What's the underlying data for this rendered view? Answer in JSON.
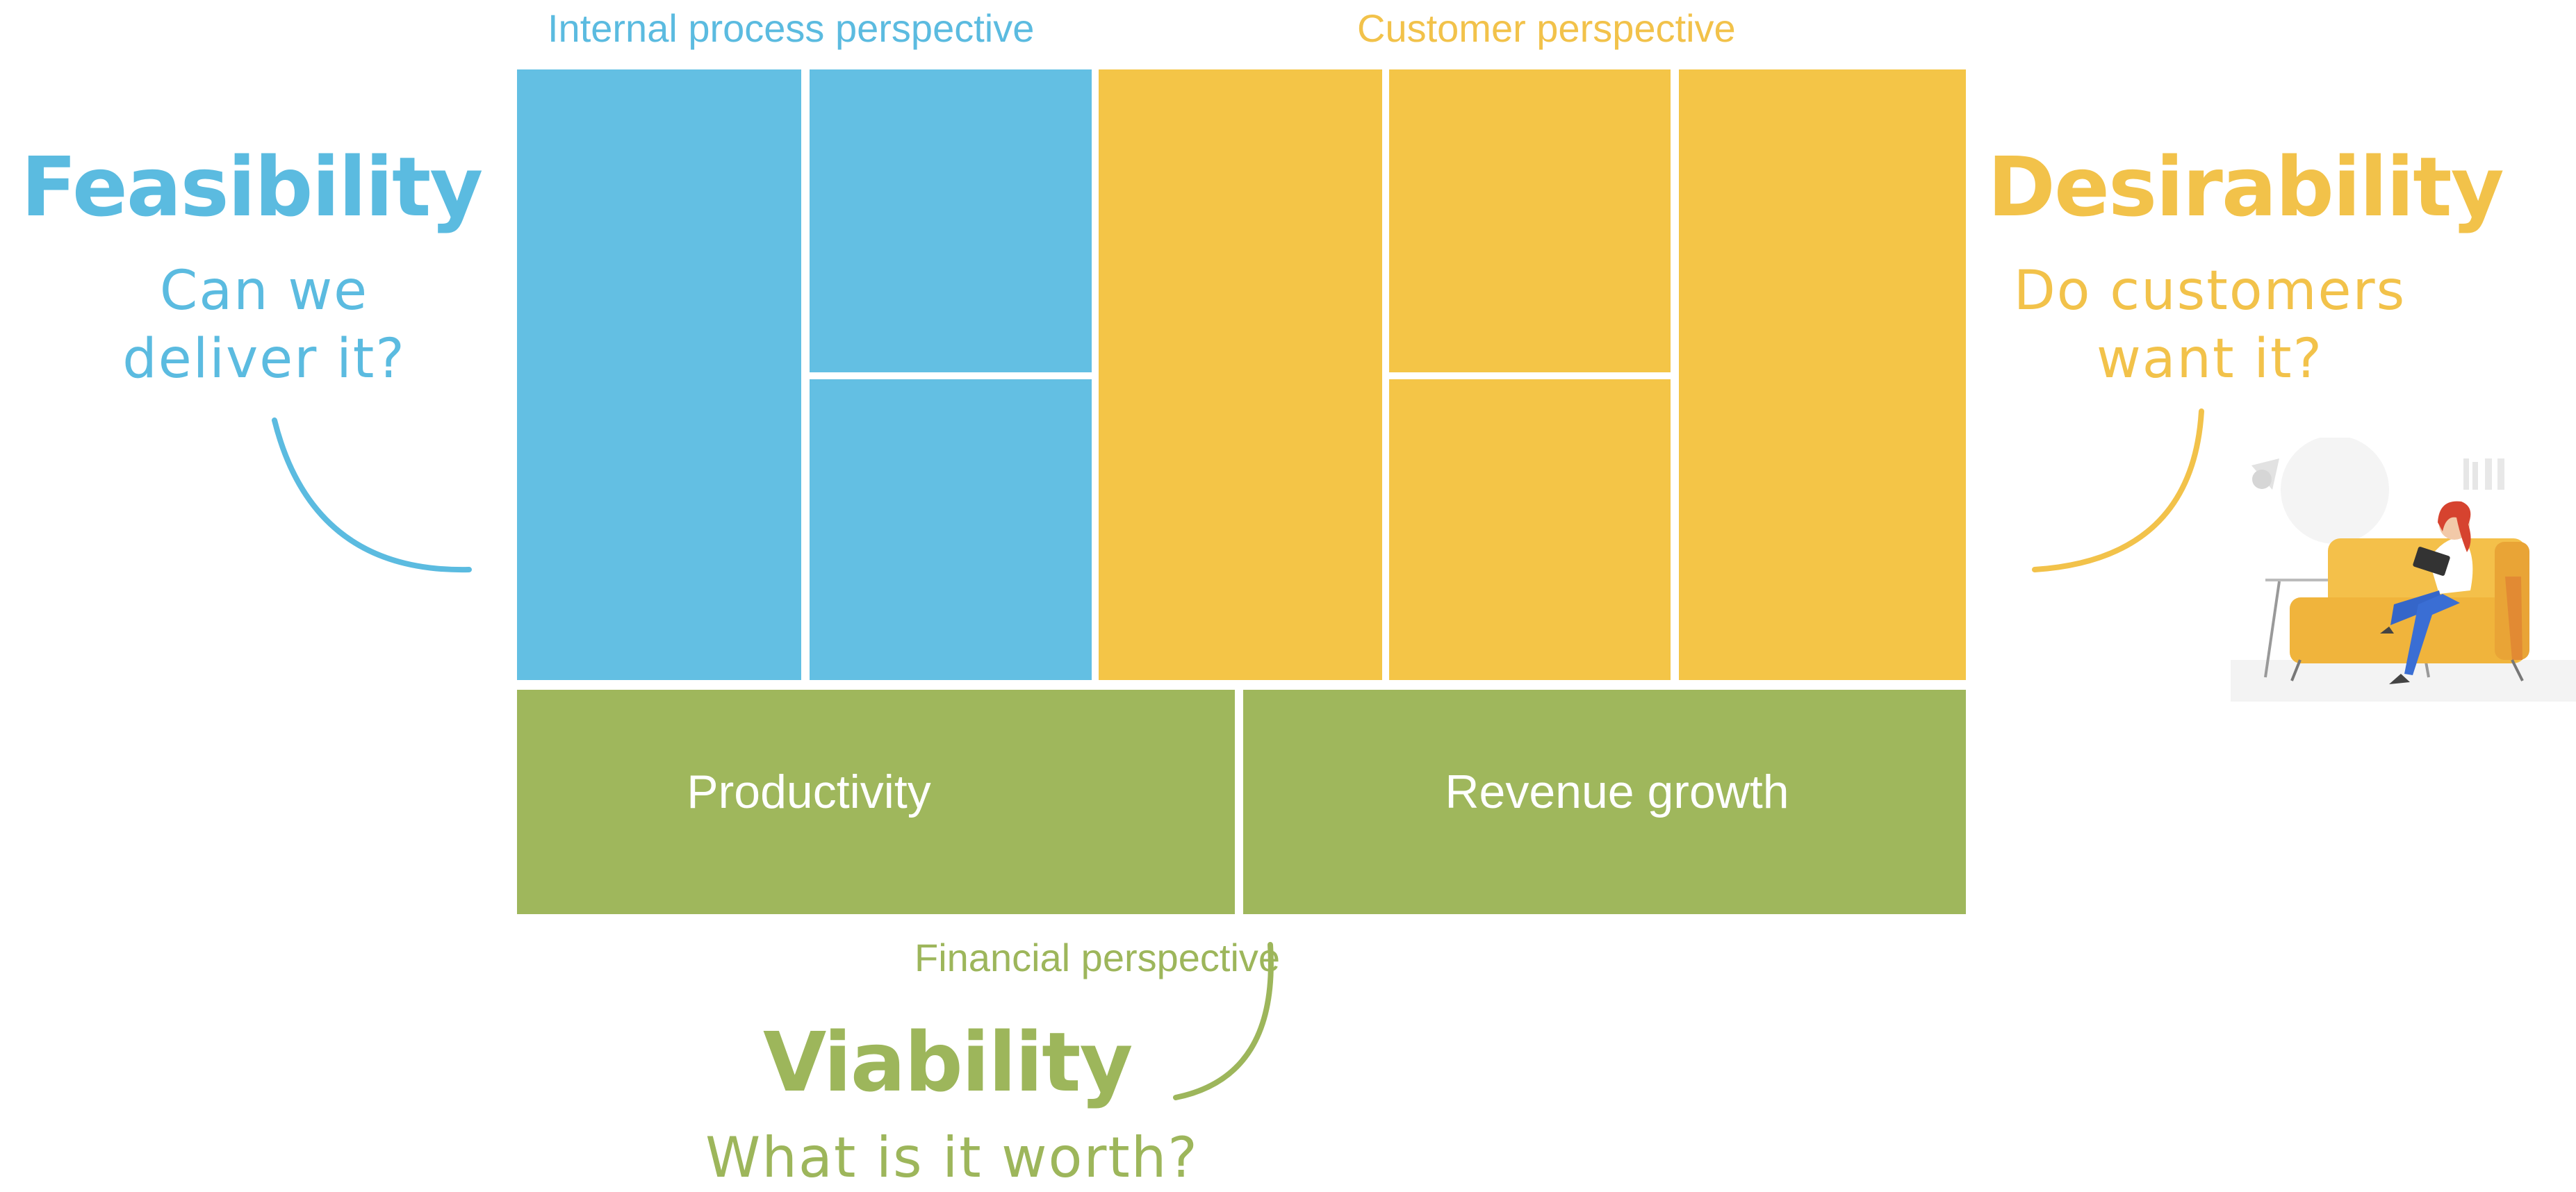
{
  "colors": {
    "internal": "#63bfe3",
    "customer": "#f4c547",
    "financial": "#9fb75c"
  },
  "headers": {
    "internal_process": "Internal process perspective",
    "customer": "Customer perspective",
    "financial": "Financial perspective"
  },
  "bars": {
    "productivity": "Productivity",
    "revenue_growth": "Revenue growth"
  },
  "feasibility": {
    "title": "Feasibility",
    "question_line1": "Can we",
    "question_line2": "deliver it?"
  },
  "desirability": {
    "title": "Desirability",
    "question_line1": "Do customers",
    "question_line2": "want it?"
  },
  "viability": {
    "title": "Viability",
    "question": "What is it worth?"
  },
  "illustration": {
    "icon": "person-on-sofa-with-tablet-illustration"
  }
}
